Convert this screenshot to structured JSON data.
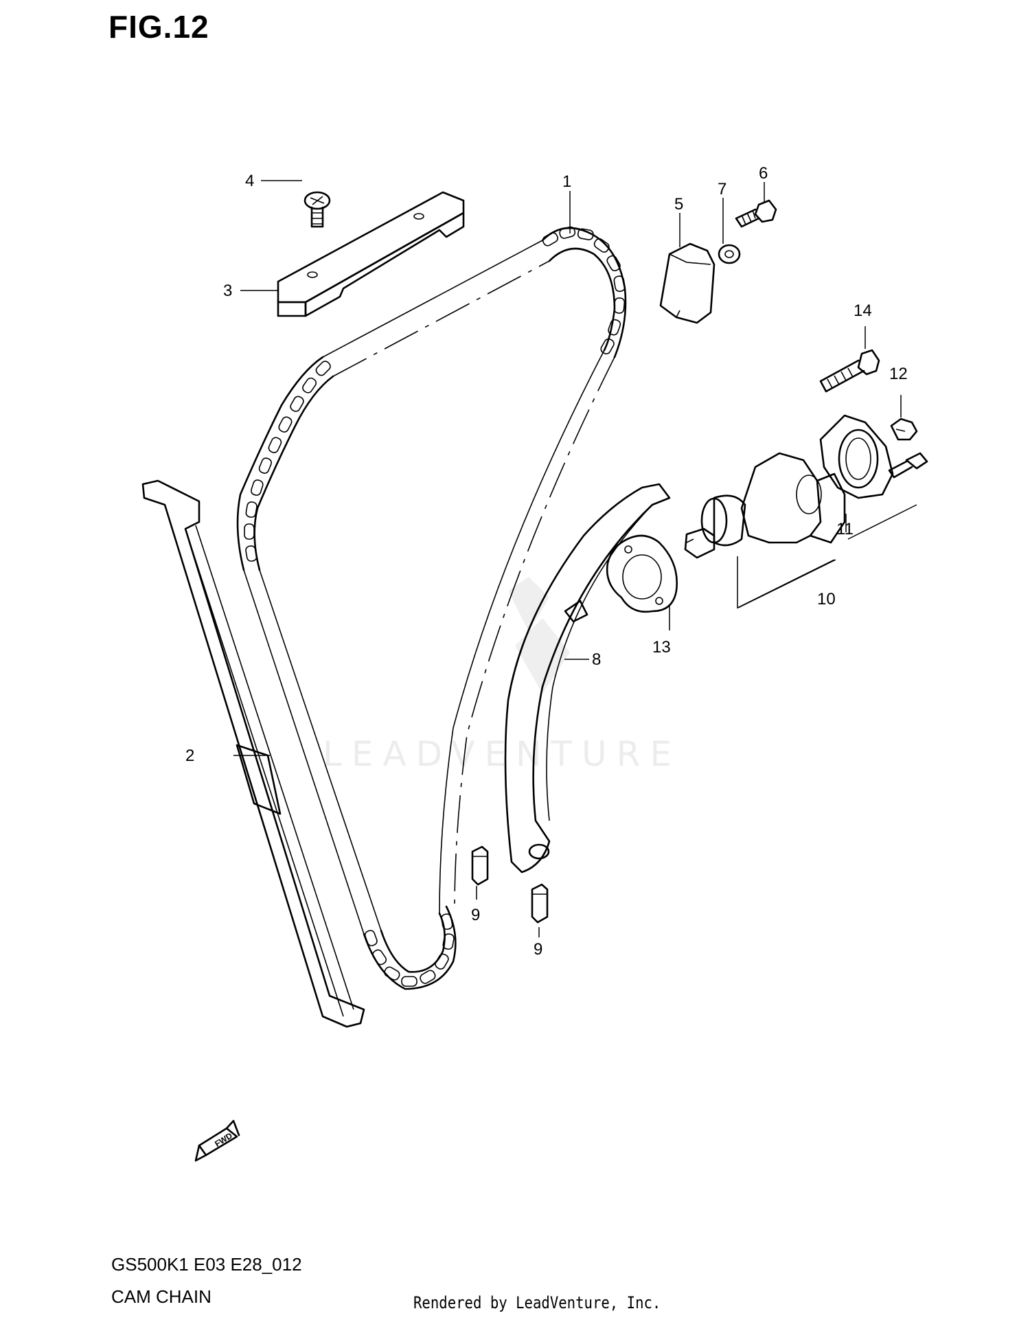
{
  "figure": {
    "title": "FIG.12",
    "model_code": "GS500K1 E03 E28_012",
    "name": "CAM CHAIN"
  },
  "callouts": [
    "1",
    "2",
    "3",
    "4",
    "5",
    "6",
    "7",
    "8",
    "9",
    "9",
    "10",
    "11",
    "12",
    "13",
    "14"
  ],
  "direction_marker": "FWD",
  "watermark": "LEADVENTURE",
  "footer": {
    "rendered_by": "Rendered by LeadVenture, Inc."
  },
  "colors": {
    "line": "#000000",
    "background": "#ffffff",
    "watermark": "#ececec"
  }
}
